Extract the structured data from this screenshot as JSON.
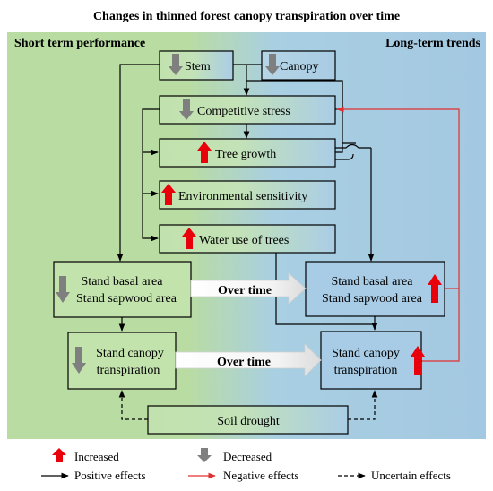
{
  "title": "Changes in thinned forest canopy transpiration over time",
  "sections": {
    "left": "Short term performance",
    "right": "Long-term trends"
  },
  "nodes": {
    "stem": {
      "label": "Stem",
      "trend": "decreased"
    },
    "canopy": {
      "label": "Canopy",
      "trend": "decreased"
    },
    "competitive_stress": {
      "label": "Competitive stress",
      "trend": "decreased"
    },
    "tree_growth": {
      "label": "Tree growth",
      "trend": "increased"
    },
    "env_sensitivity": {
      "label": "Environmental sensitivity",
      "trend": "increased"
    },
    "water_use": {
      "label": "Water use of trees",
      "trend": "increased"
    },
    "stand_short": {
      "line1": "Stand basal area",
      "line2": "Stand sapwood area",
      "trend": "decreased"
    },
    "stand_long": {
      "line1": "Stand basal area",
      "line2": "Stand sapwood area",
      "trend": "increased"
    },
    "canopy_tr_short": {
      "line1": "Stand canopy",
      "line2": "transpiration",
      "trend": "decreased"
    },
    "canopy_tr_long": {
      "line1": "Stand canopy",
      "line2": "transpiration",
      "trend": "increased"
    },
    "soil_drought": {
      "label": "Soil drought"
    }
  },
  "transitions": {
    "top": "Over time",
    "bottom": "Over time"
  },
  "legend": {
    "increased": "Increased",
    "decreased": "Decreased",
    "positive": "Positive effects",
    "negative": "Negative effects",
    "uncertain": "Uncertain effects"
  },
  "colors": {
    "increase_arrow": "#e8000b",
    "decrease_arrow": "#7f7f7f",
    "left_panel": "#b7dba0",
    "right_panel": "#a3c9e3",
    "node_fill": "#c3e3ad",
    "node_fill_right": "#a8cce6",
    "negative_line": "#e03030"
  }
}
